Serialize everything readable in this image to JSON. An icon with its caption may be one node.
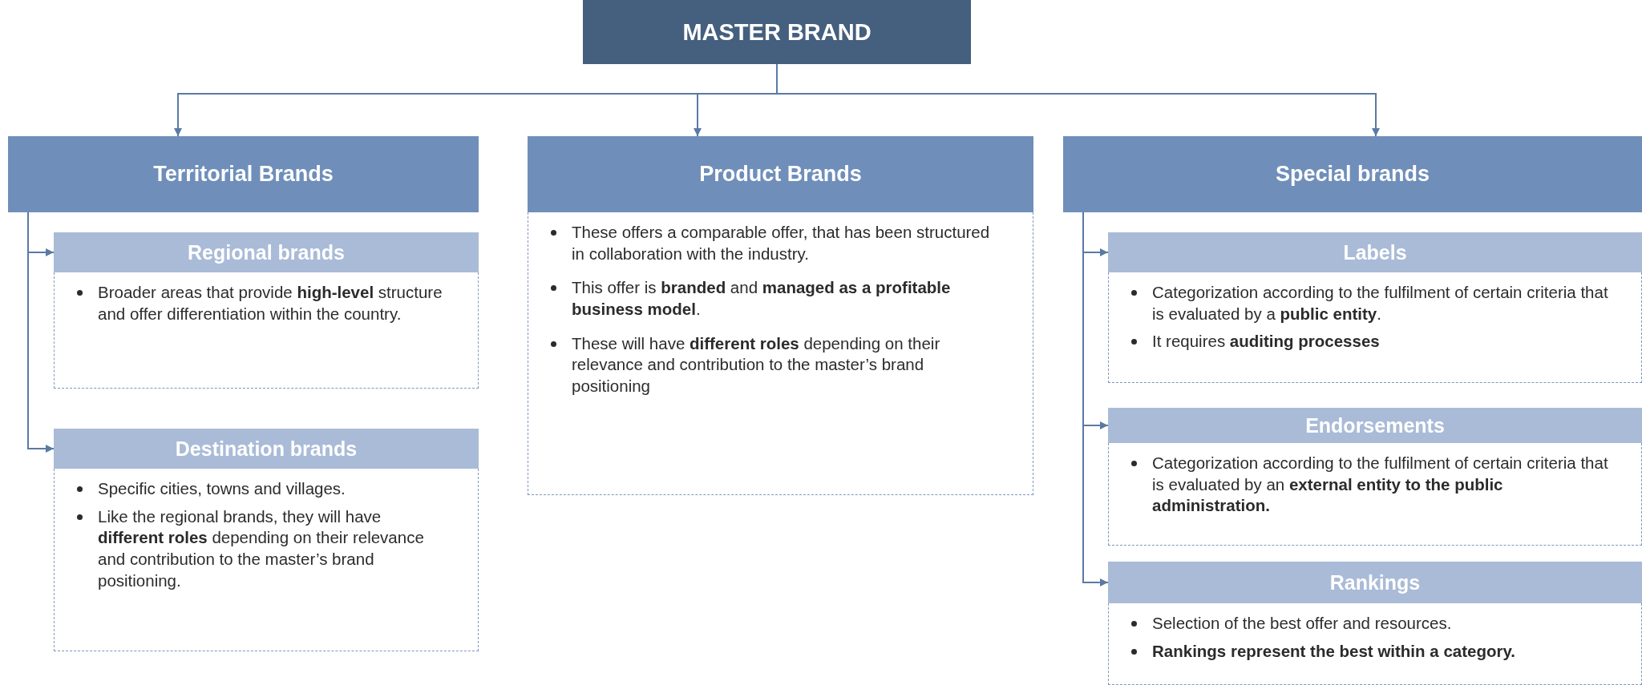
{
  "diagram": {
    "nodes": [
      {
        "text": [
          "MASTER BRAND"
        ]
      },
      {
        "text": [
          "Territorial Brands"
        ]
      },
      {
        "text": [
          "Regional brands",
          "Broader areas that provide **high-level** structure and offer differentiation within the country."
        ]
      },
      {
        "text": [
          "Destination brands",
          "Specific cities, towns and villages.",
          "Like the regional brands, they will have **different roles** depending on their relevance and contribution to the master’s brand positioning."
        ]
      },
      {
        "text": [
          "Product Brands",
          "These offers a comparable offer, that has been structured in collaboration with the industry.",
          "This offer is **branded** and **managed as a profitable business model**.",
          "These will have **different roles** depending on their relevance and contribution to the master’s brand positioning"
        ]
      },
      {
        "text": [
          "Special brands"
        ]
      },
      {
        "text": [
          "Labels",
          "Categorization according to the fulfilment of certain criteria that is evaluated by a **public entity**.",
          "It requires **auditing processes**"
        ]
      },
      {
        "text": [
          "Endorsements",
          "Categorization according to the fulfilment of certain criteria that is evaluated by an **external entity to the public administration.**"
        ]
      },
      {
        "text": [
          "Rankings",
          "Selection of the best offer and resources.",
          "**Rankings represent the best within a category.**"
        ]
      }
    ],
    "edges": [
      {
        "from": 0,
        "to": 1,
        "arrow": "to"
      },
      {
        "from": 0,
        "to": 4,
        "arrow": "to"
      },
      {
        "from": 0,
        "to": 5,
        "arrow": "to"
      },
      {
        "from": 1,
        "to": 2,
        "arrow": "to"
      },
      {
        "from": 1,
        "to": 3,
        "arrow": "to"
      },
      {
        "from": 5,
        "to": 6,
        "arrow": "to"
      },
      {
        "from": 5,
        "to": 7,
        "arrow": "to"
      },
      {
        "from": 5,
        "to": 8,
        "arrow": "to"
      }
    ]
  }
}
